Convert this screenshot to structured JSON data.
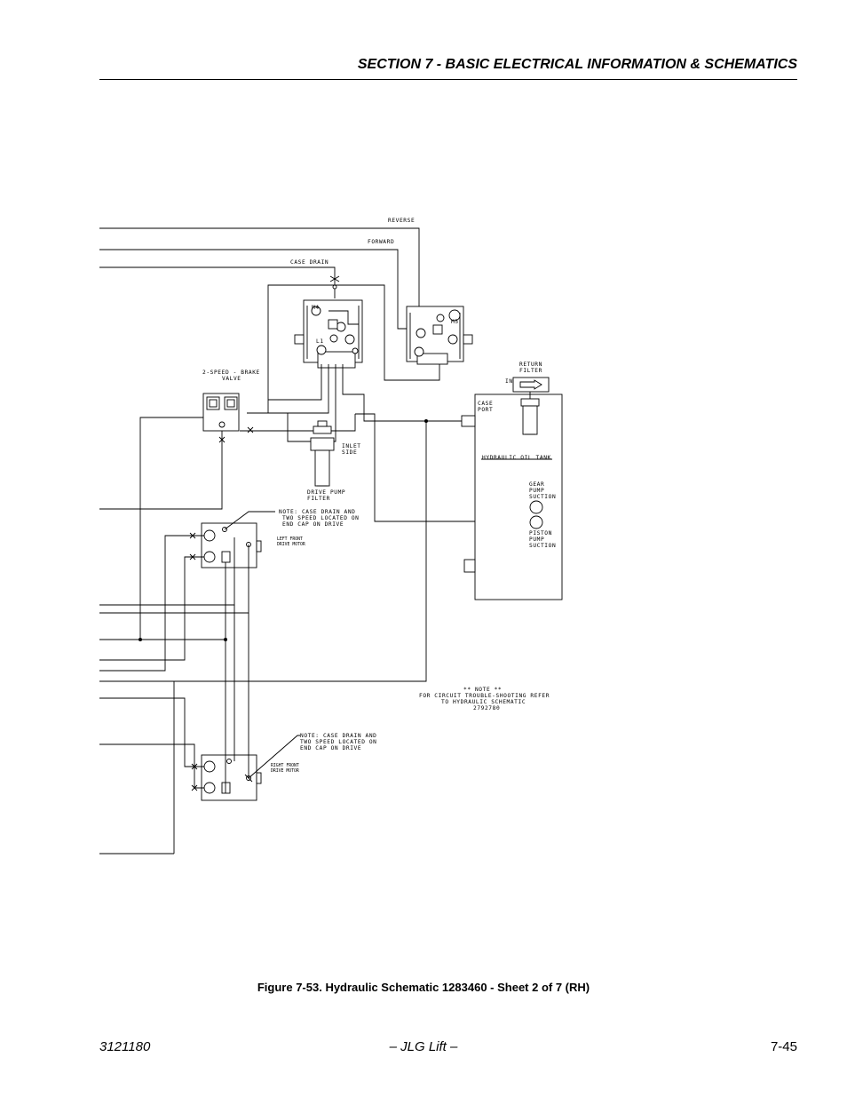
{
  "header": {
    "section_title": "SECTION 7 - BASIC ELECTRICAL INFORMATION & SCHEMATICS"
  },
  "schematic": {
    "labels": {
      "reverse": "REVERSE",
      "forward": "FORWARD",
      "case_drain": "CASE DRAIN",
      "m4": "M4",
      "l1": "L1",
      "m5": "M5",
      "return_filter_1": "RETURN",
      "return_filter_2": "FILTER",
      "in": "IN",
      "brake_valve_1": "2-SPEED - BRAKE",
      "brake_valve_2": "VALVE",
      "case_port_1": "CASE",
      "case_port_2": "PORT",
      "inlet_side_1": "INLET",
      "inlet_side_2": "SIDE",
      "hydraulic_oil_tank": "HYDRAULIC OIL TANK",
      "drive_pump_filter_1": "DRIVE PUMP",
      "drive_pump_filter_2": "FILTER",
      "gear_pump_suction_1": "GEAR",
      "gear_pump_suction_2": "PUMP",
      "gear_pump_suction_3": "SUCTION",
      "piston_pump_suction_1": "PISTON",
      "piston_pump_suction_2": "PUMP",
      "piston_pump_suction_3": "SUCTION",
      "note1_1": "NOTE: CASE DRAIN AND",
      "note1_2": "TWO SPEED LOCATED ON",
      "note1_3": "END CAP ON DRIVE",
      "left_front_motor_1": "LEFT FRONT",
      "left_front_motor_2": "DRIVE MOTOR",
      "main_note_1": "** NOTE **",
      "main_note_2": "FOR CIRCUIT TROUBLE-SHOOTING REFER",
      "main_note_3": "TO HYDRAULIC SCHEMATIC",
      "main_note_4": "2792780",
      "note2_1": "NOTE: CASE DRAIN AND",
      "note2_2": "TWO SPEED LOCATED ON",
      "note2_3": "END CAP ON DRIVE",
      "right_front_motor_1": "RIGHT FRONT",
      "right_front_motor_2": "DRIVE MOTOR"
    }
  },
  "figure": {
    "caption": "Figure 7-53.  Hydraulic Schematic 1283460 - Sheet 2 of 7 (RH)"
  },
  "footer": {
    "doc_number": "3121180",
    "brand": "– JLG Lift –",
    "page_number": "7-45"
  }
}
